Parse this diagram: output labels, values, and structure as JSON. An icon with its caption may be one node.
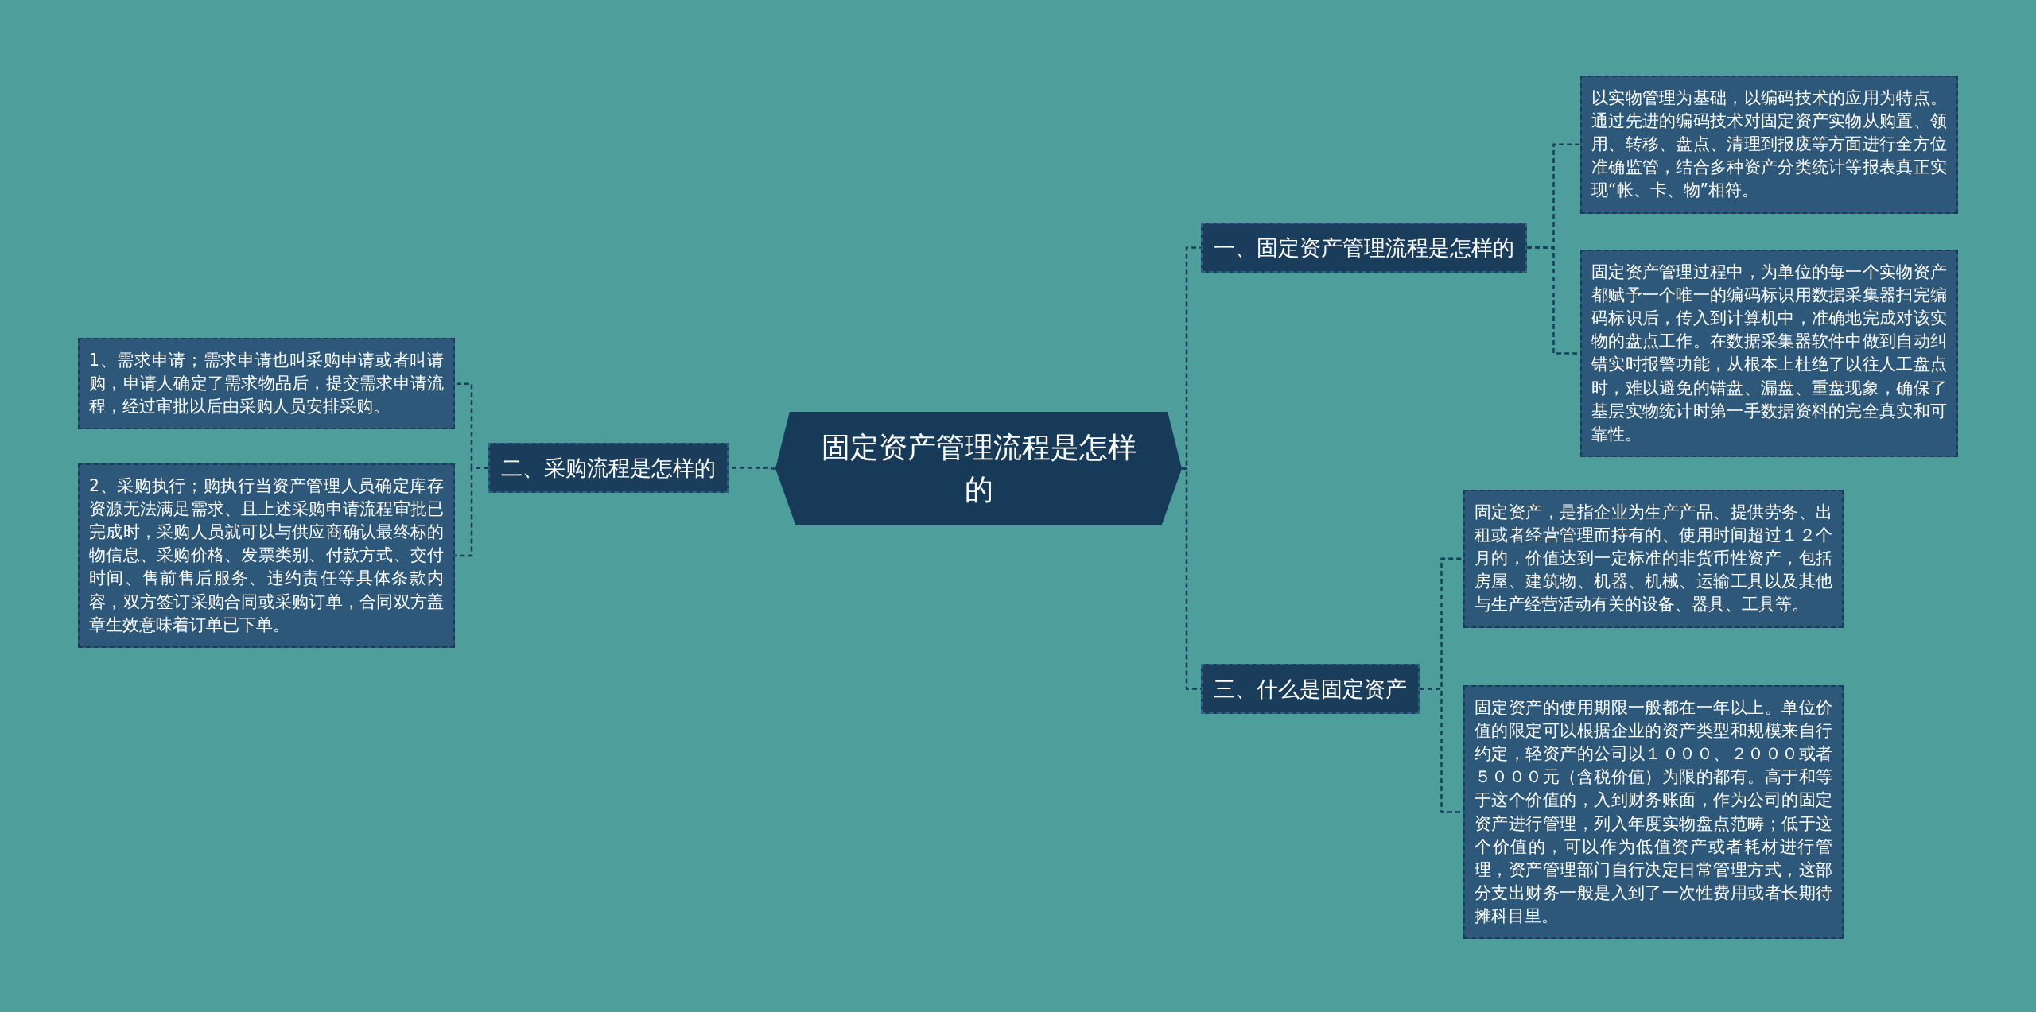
{
  "diagram": {
    "nodes": [
      {
        "text": [
          "固定资产管理流程是怎样的"
        ]
      },
      {
        "text": [
          "二、采购流程是怎样的"
        ]
      },
      {
        "text": [
          "1、需求申请；需求申请也叫采购申请或者叫请购，申请人确定了需求物品后，提交需求申请流程，经过审批以后由采购人员安排采购。"
        ]
      },
      {
        "text": [
          "2、采购执行；购执行当资产管理人员确定库存资源无法满足需求、且上述采购申请流程审批已完成时，采购人员就可以与供应商确认最终标的物信息、采购价格、发票类别、付款方式、交付时间、售前售后服务、违约责任等具体条款内容，双方签订采购合同或采购订单，合同双方盖章生效意味着订单已下单。"
        ]
      },
      {
        "text": [
          "一、固定资产管理流程是怎样的"
        ]
      },
      {
        "text": [
          "以实物管理为基础，以编码技术的应用为特点。通过先进的编码技术对固定资产实物从购置、领用、转移、盘点、清理到报废等方面进行全方位准确监管，结合多种资产分类统计等报表真正实现“帐、卡、物”相符。"
        ]
      },
      {
        "text": [
          "固定资产管理过程中，为单位的每一个实物资产都赋予一个唯一的编码标识用数据采集器扫完编码标识后，传入到计算机中，准确地完成对该实物的盘点工作。在数据采集器软件中做到自动纠错实时报警功能，从根本上杜绝了以往人工盘点时，难以避免的错盘、漏盘、重盘现象，确保了基层实物统计时第一手数据资料的完全真实和可靠性。"
        ]
      },
      {
        "text": [
          "三、什么是固定资产"
        ]
      },
      {
        "text": [
          "固定资产，是指企业为生产产品、提供劳务、出租或者经营管理而持有的、使用时间超过１２个月的，价值达到一定标准的非货币性资产，包括房屋、建筑物、机器、机械、运输工具以及其他与生产经营活动有关的设备、器具、工具等。"
        ]
      },
      {
        "text": [
          "固定资产的使用期限一般都在一年以上。单位价值的限定可以根据企业的资产类型和规模来自行约定，轻资产的公司以１０００、２０００或者５０００元（含税价值）为限的都有。高于和等于这个价值的，入到财务账面，作为公司的固定资产进行管理，列入年度实物盘点范畴；低于这个价值的，可以作为低值资产或者耗材进行管理，资产管理部门自行决定日常管理方式，这部分支出财务一般是入到了一次性费用或者长期待摊科目里。"
        ]
      }
    ],
    "edges": [
      {
        "from": 0,
        "to": 1,
        "arrow": "none"
      },
      {
        "from": 1,
        "to": 2,
        "arrow": "none"
      },
      {
        "from": 1,
        "to": 3,
        "arrow": "none"
      },
      {
        "from": 0,
        "to": 4,
        "arrow": "none"
      },
      {
        "from": 4,
        "to": 5,
        "arrow": "none"
      },
      {
        "from": 4,
        "to": 6,
        "arrow": "none"
      },
      {
        "from": 0,
        "to": 7,
        "arrow": "none"
      },
      {
        "from": 7,
        "to": 8,
        "arrow": "none"
      },
      {
        "from": 7,
        "to": 9,
        "arrow": "none"
      }
    ]
  }
}
